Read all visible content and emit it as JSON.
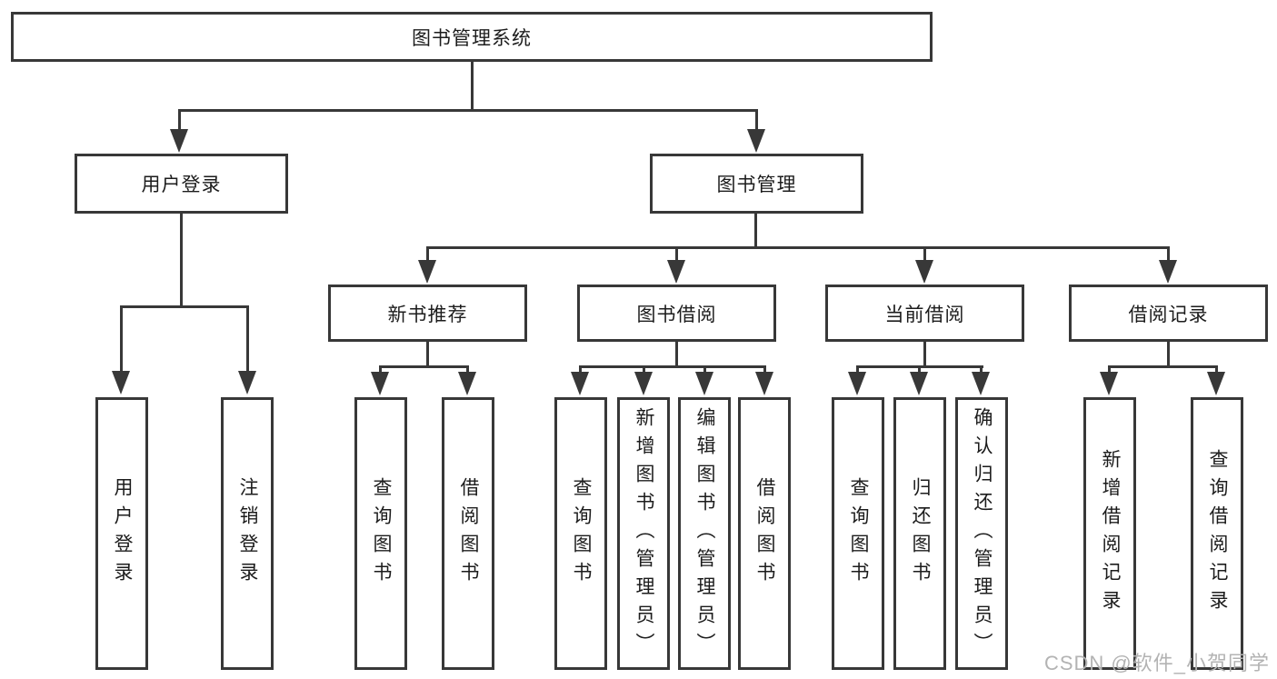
{
  "diagram": {
    "root": "图书管理系统",
    "level2": {
      "user_login": "用户登录",
      "book_mgmt": "图书管理"
    },
    "level3": [
      "新书推荐",
      "图书借阅",
      "当前借阅",
      "借阅记录"
    ],
    "leaves": {
      "user_login": [
        "用户登录",
        "注销登录"
      ],
      "new_book": [
        "查询图书",
        "借阅图书"
      ],
      "book_borrow": [
        "查询图书",
        "新增图书（管理员）",
        "编辑图书（管理员）",
        "借阅图书"
      ],
      "current_borrow": [
        "查询图书",
        "归还图书",
        "确认归还（管理员）"
      ],
      "borrow_record": [
        "新增借阅记录",
        "查询借阅记录"
      ]
    }
  },
  "watermark": "CSDN @软件_小贺同学",
  "colors": {
    "line": "#383838",
    "text": "#1c1c1c",
    "watermark": "#b3b3b3",
    "background": "#ffffff"
  }
}
